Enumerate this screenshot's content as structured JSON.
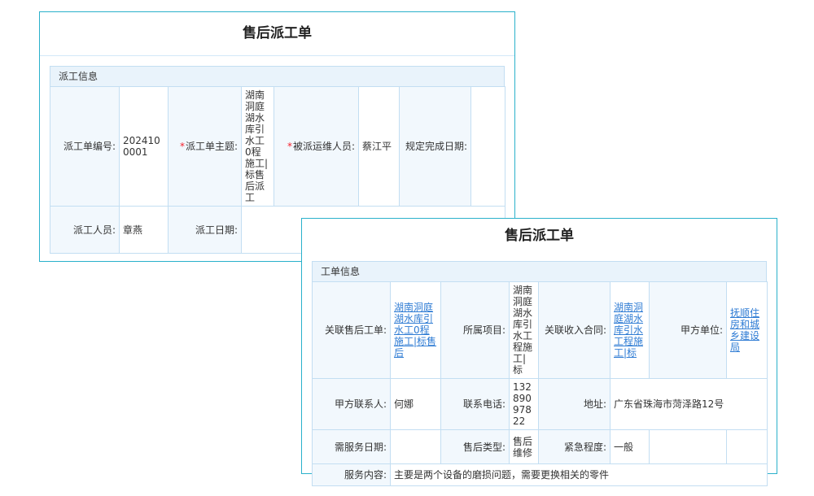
{
  "card1": {
    "title": "售后派工单",
    "section": "派工信息",
    "required": "*",
    "fields": {
      "order_no_label": "派工单编号:",
      "order_no_value": "2024100001",
      "subject_label": "派工单主题:",
      "subject_value": "湖南洞庭湖水库引水工0程施工|标售后派工",
      "assignee_label": "被派运维人员:",
      "assignee_value": "蔡江平",
      "deadline_label": "规定完成日期:",
      "deadline_value": "",
      "dispatcher_label": "派工人员:",
      "dispatcher_value": "章燕",
      "dispatch_date_label": "派工日期:",
      "dispatch_date_value": ""
    }
  },
  "card2": {
    "title": "售后派工单",
    "section": "工单信息",
    "fields": {
      "related_order_label": "关联售后工单:",
      "related_order_link": "湖南洞庭湖水库引水工0程施工|标售后",
      "project_label": "所属项目:",
      "project_value": "湖南洞庭湖水库引水工程施工|标",
      "contract_label": "关联收入合同:",
      "contract_link": "湖南洞庭湖水库引水工程施工|标",
      "party_a_label": "甲方单位:",
      "party_a_link": "抚顺住房和城乡建设局",
      "contact_label": "甲方联系人:",
      "contact_value": "何娜",
      "phone_label": "联系电话:",
      "phone_value": "13289097822",
      "address_label": "地址:",
      "address_value": "广东省珠海市菏泽路12号",
      "service_date_label": "需服务日期:",
      "service_date_value": "",
      "type_label": "售后类型:",
      "type_value": "售后维修",
      "urgency_label": "紧急程度:",
      "urgency_value": "一般",
      "content_label": "服务内容:",
      "content_value": "主要是两个设备的磨损问题，需要更换相关的零件"
    }
  },
  "colors": {
    "accent": "#2ab1cb",
    "link": "#2f7cd4",
    "required": "#f5222d",
    "cell_border": "#c3def2",
    "label_bg": "#f2f8fd",
    "section_bg": "#e9f3fb"
  }
}
